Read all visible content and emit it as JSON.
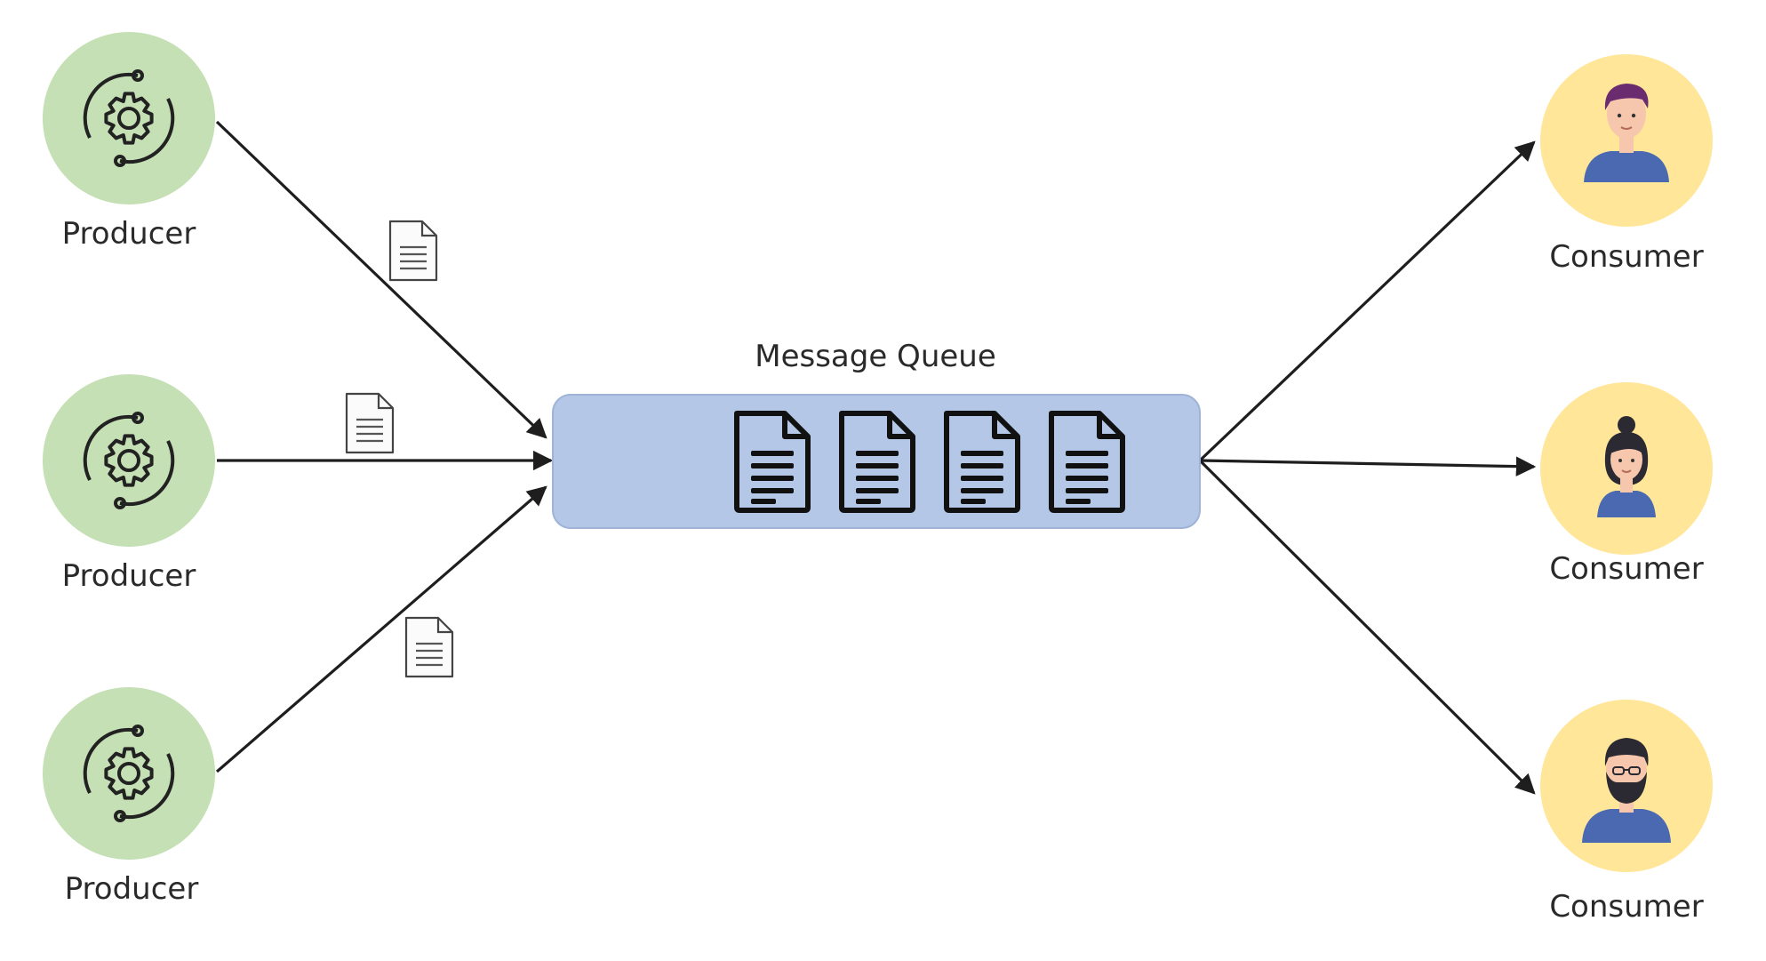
{
  "queue": {
    "label": "Message Queue",
    "fill": "#b4c7e7",
    "stroke": "#9fb3d6",
    "message_icon": "document-icon",
    "message_count": 4
  },
  "producers": [
    {
      "label": "Producer",
      "icon": "gear-cycle-icon"
    },
    {
      "label": "Producer",
      "icon": "gear-cycle-icon"
    },
    {
      "label": "Producer",
      "icon": "gear-cycle-icon"
    }
  ],
  "consumers": [
    {
      "label": "Consumer",
      "icon": "man-avatar-icon"
    },
    {
      "label": "Consumer",
      "icon": "woman-avatar-icon"
    },
    {
      "label": "Consumer",
      "icon": "bearded-man-avatar-icon"
    }
  ],
  "in_transit_messages": [
    {
      "icon": "document-icon"
    },
    {
      "icon": "document-icon"
    },
    {
      "icon": "document-icon"
    }
  ],
  "colors": {
    "producer_circle": "#c5e0b4",
    "consumer_circle": "#ffe699",
    "arrow": "#1e1e1e",
    "avatar_shirt": "#4a69b0"
  }
}
